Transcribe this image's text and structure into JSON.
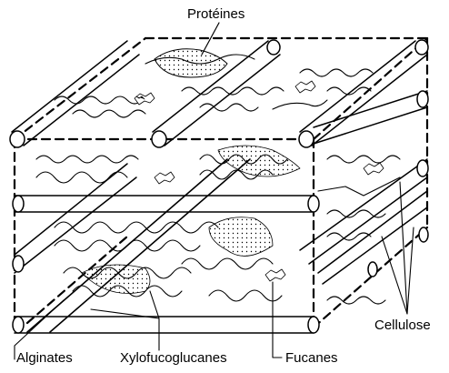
{
  "labels": {
    "proteines": "Protéines",
    "cellulose": "Cellulose",
    "alginates": "Alginates",
    "xylofucoglucanes": "Xylofucoglucanes",
    "fucanes": "Fucanes"
  },
  "colors": {
    "ink": "#000000",
    "paper": "#ffffff"
  }
}
